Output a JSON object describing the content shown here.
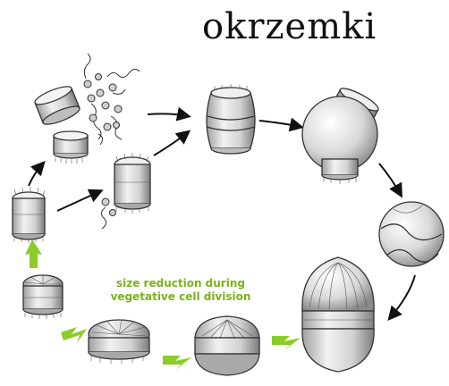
{
  "title": "okrzemki",
  "caption": {
    "line1": "size reduction during",
    "line2": "vegetative cell division"
  },
  "colors": {
    "caption": "#7ab317",
    "green_arrows": "#8ccc2a",
    "black_arrows": "#111111",
    "linework": "#333333"
  }
}
